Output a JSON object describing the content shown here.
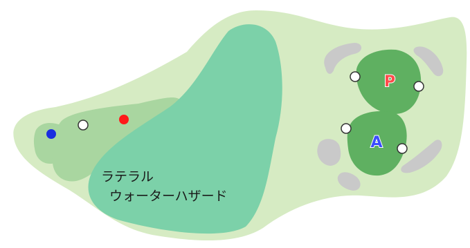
{
  "hazard": {
    "line1": "ラテラル",
    "line2": "ウォーターハザード"
  },
  "greens": {
    "p_label": "P",
    "a_label": "A"
  },
  "colors": {
    "rough": "#d6ebc3",
    "fairway": "#a9d6a0",
    "green": "#5fb061",
    "water": "#7cd1a9",
    "bunker": "#c9c9c9",
    "marker_blue": "#1a2de0",
    "marker_red": "#ff1a1a",
    "marker_white": "#ffffff",
    "p_text": "#ff4b4b",
    "a_text": "#3b4dff"
  }
}
